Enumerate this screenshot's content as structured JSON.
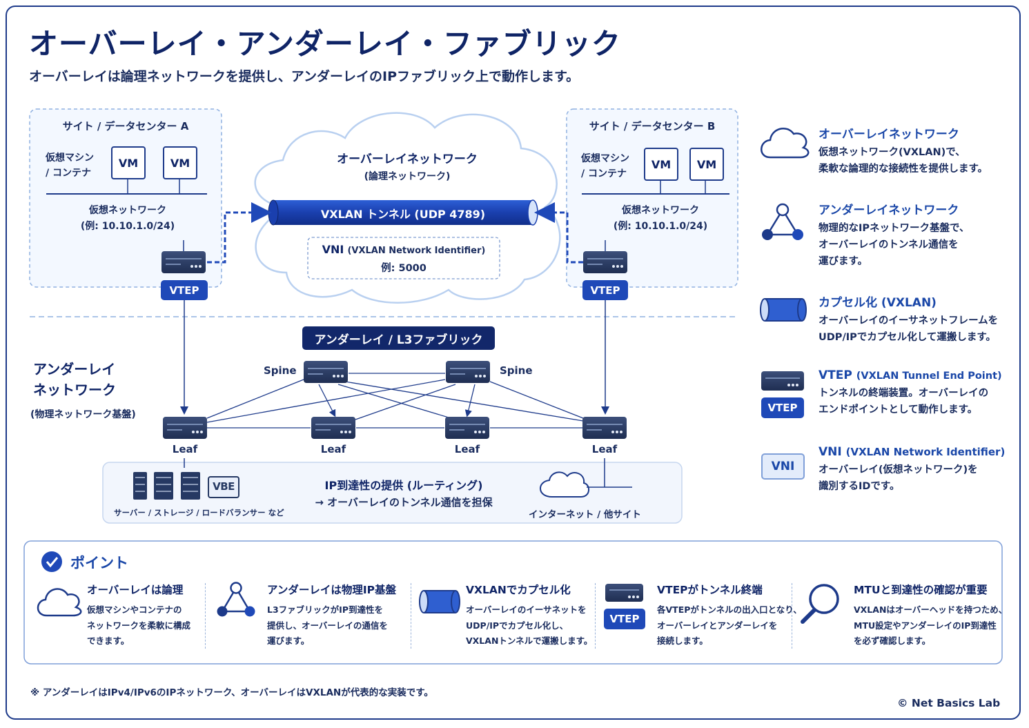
{
  "title": "オーバーレイ・アンダーレイ・ファブリック",
  "subtitle": "オーバーレイは論理ネットワークを提供し、アンダーレイのIPファブリック上で動作します。",
  "site_a": {
    "title": "サイト / データセンター A",
    "host_label_1": "仮想マシン",
    "host_label_2": "/ コンテナ",
    "vm1": "VM",
    "vm2": "VM",
    "net_label": "仮想ネットワーク",
    "net_example": "(例: 10.10.1.0/24)",
    "vtep": "VTEP"
  },
  "site_b": {
    "title": "サイト / データセンター B",
    "host_label_1": "仮想マシン",
    "host_label_2": "/ コンテナ",
    "vm1": "VM",
    "vm2": "VM",
    "net_label": "仮想ネットワーク",
    "net_example": "(例: 10.10.1.0/24)",
    "vtep": "VTEP"
  },
  "overlay_cloud": {
    "title": "オーバーレイネットワーク",
    "subtitle": "(論理ネットワーク)",
    "tunnel": "VXLAN トンネル (UDP 4789)",
    "vni_prefix": "VNI",
    "vni_name": "(VXLAN Network Identifier)",
    "vni_example": "例: 5000"
  },
  "underlay": {
    "banner": "アンダーレイ / L3ファブリック",
    "side_title_1": "アンダーレイ",
    "side_title_2": "ネットワーク",
    "side_sub": "(物理ネットワーク基盤)",
    "spine_left": "Spine",
    "spine_right": "Spine",
    "leaf_labels": [
      "Leaf",
      "Leaf",
      "Leaf",
      "Leaf"
    ]
  },
  "services": {
    "badge": "VBE",
    "servers_label": "サーバー / ストレージ / ロードバランサー など",
    "reach_title": "IP到達性の提供 (ルーティング)",
    "reach_sub": "→ オーバーレイのトンネル通信を担保",
    "internet_label": "インターネット / 他サイト"
  },
  "legend": [
    {
      "icon": "cloud-icon",
      "title": "オーバーレイネットワーク",
      "lines": [
        "仮想ネットワーク(VXLAN)で、",
        "柔軟な論理的な接続性を提供します。"
      ]
    },
    {
      "icon": "triangle-nodes-icon",
      "title": "アンダーレイネットワーク",
      "lines": [
        "物理的なIPネットワーク基盤で、",
        "オーバーレイのトンネル通信を",
        "運びます。"
      ]
    },
    {
      "icon": "cylinder-icon",
      "title": "カプセル化 (VXLAN)",
      "lines": [
        "オーバーレイのイーサネットフレームを",
        "UDP/IPでカプセル化して運搬します。"
      ]
    },
    {
      "icon": "switch-icon",
      "title": "VTEP",
      "title_note": "(VXLAN Tunnel End Point)",
      "badge": "VTEP",
      "lines": [
        "トンネルの終端装置。オーバーレイの",
        "エンドポイントとして動作します。"
      ]
    },
    {
      "icon": "vni-badge-icon",
      "title": "VNI",
      "title_note": "(VXLAN Network Identifier)",
      "badge": "VNI",
      "lines": [
        "オーバーレイ(仮想ネットワーク)を",
        "識別するIDです。"
      ]
    }
  ],
  "points": {
    "heading": "ポイント",
    "items": [
      {
        "icon": "cloud-icon",
        "title": "オーバーレイは論理",
        "lines": [
          "仮想マシンやコンテナの",
          "ネットワークを柔軟に構成",
          "できます。"
        ]
      },
      {
        "icon": "triangle-nodes-icon",
        "title": "アンダーレイは物理IP基盤",
        "lines": [
          "L3ファブリックがIP到達性を",
          "提供し、オーバーレイの通信を",
          "運びます。"
        ]
      },
      {
        "icon": "cylinder-icon",
        "title": "VXLANでカプセル化",
        "lines": [
          "オーバーレイのイーサネットを",
          "UDP/IPでカプセル化し、",
          "VXLANトンネルで運搬します。"
        ]
      },
      {
        "icon": "switch-icon",
        "title": "VTEPがトンネル終端",
        "badge": "VTEP",
        "lines": [
          "各VTEPがトンネルの出入口となり、",
          "オーバーレイとアンダーレイを",
          "接続します。"
        ]
      },
      {
        "icon": "magnifier-icon",
        "title": "MTUと到達性の確認が重要",
        "lines": [
          "VXLANはオーバーヘッドを持つため、",
          "MTU設定やアンダーレイのIP到達性",
          "を必ず確認します。"
        ]
      }
    ]
  },
  "footnote": "※ アンダーレイはIPv4/IPv6のIPネットワーク、オーバーレイはVXLANが代表的な実装です。",
  "credit": "© Net Basics Lab"
}
